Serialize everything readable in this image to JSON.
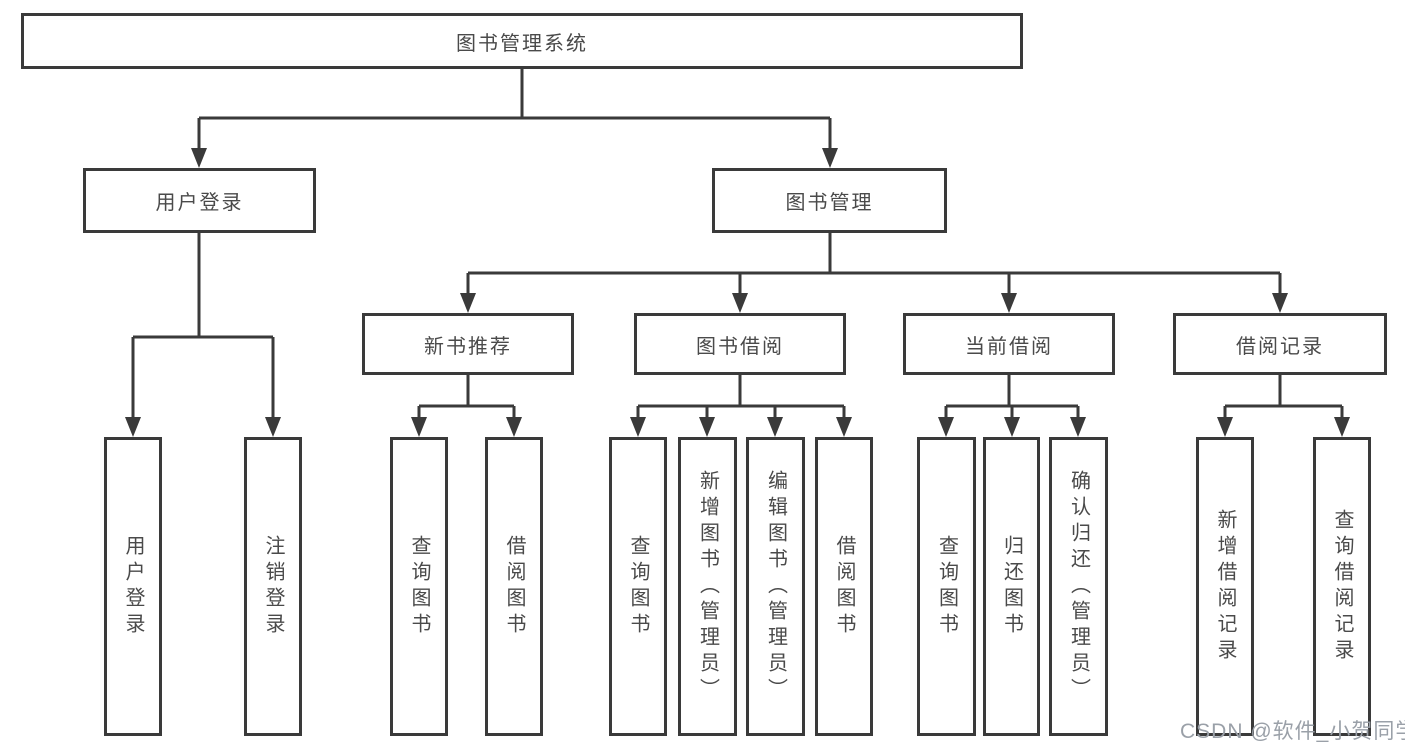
{
  "diagram": {
    "title_node": {
      "label": "图书管理系统"
    },
    "level2": {
      "user_login": {
        "label": "用户登录"
      },
      "book_management": {
        "label": "图书管理"
      }
    },
    "level3": {
      "new_book_recommend": {
        "label": "新书推荐"
      },
      "book_borrow": {
        "label": "图书借阅"
      },
      "current_borrow": {
        "label": "当前借阅"
      },
      "borrow_records": {
        "label": "借阅记录"
      }
    },
    "leaves": {
      "user_login": [
        "用户登录",
        "注销登录"
      ],
      "new_book_recommend": [
        "查询图书",
        "借阅图书"
      ],
      "book_borrow": [
        "查询图书",
        "新增图书（管理员）",
        "编辑图书（管理员）",
        "借阅图书"
      ],
      "current_borrow": [
        "查询图书",
        "归还图书",
        "确认归还（管理员）"
      ],
      "borrow_records": [
        "新增借阅记录",
        "查询借阅记录"
      ]
    }
  },
  "watermark": "CSDN @软件_小贺同学",
  "colors": {
    "line": "#3a3a3a",
    "text": "#4a4a4a",
    "watermark": "#9aa0a8",
    "background": "#ffffff"
  }
}
